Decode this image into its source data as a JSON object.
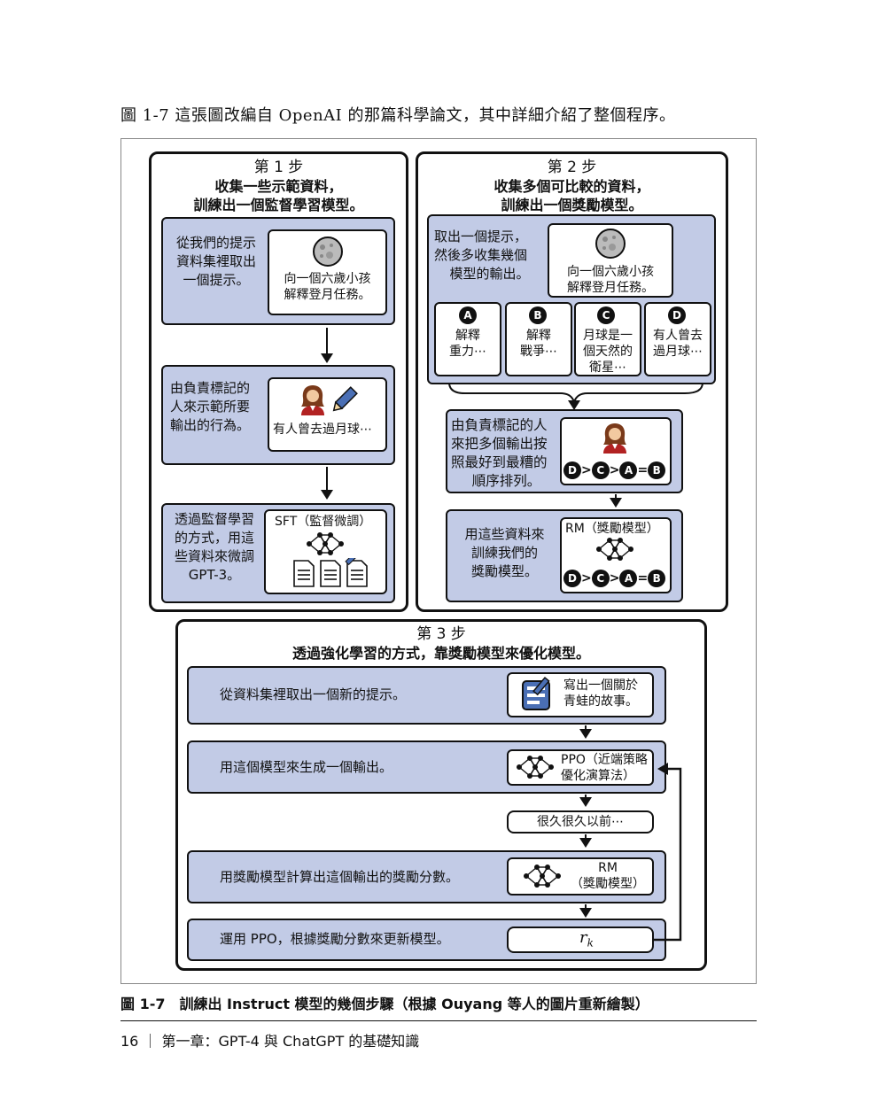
{
  "intro_text": "圖 1-7 這張圖改編自 OpenAI 的那篇科學論文，其中詳細介紹了整個程序。",
  "step1": {
    "title": "第 1 步",
    "subtitle1": "收集一些示範資料，",
    "subtitle2": "訓練出一個監督學習模型。",
    "box1_text": [
      "從我們的提示",
      "資料集裡取出",
      "一個提示。"
    ],
    "box1_prompt": [
      "向一個六歲小孩",
      "解釋登月任務。"
    ],
    "box2_text": [
      "由負責標記的",
      "人來示範所要",
      "輸出的行為。"
    ],
    "box2_answer": "有人曾去過月球⋯",
    "box3_text": [
      "透過監督學習",
      "的方式，用這",
      "些資料來微調",
      "GPT-3。"
    ],
    "box3_model": "SFT（監督微調）"
  },
  "step2": {
    "title": "第 2 步",
    "subtitle1": "收集多個可比較的資料，",
    "subtitle2": "訓練出一個獎勵模型。",
    "box1_text": [
      "取出一個提示，",
      "然後多收集幾個",
      "模型的輸出。"
    ],
    "box1_prompt": [
      "向一個六歲小孩",
      "解釋登月任務。"
    ],
    "options": [
      {
        "letter": "A",
        "lines": [
          "解釋",
          "重力⋯"
        ]
      },
      {
        "letter": "B",
        "lines": [
          "解釋",
          "戰爭⋯"
        ]
      },
      {
        "letter": "C",
        "lines": [
          "月球是一",
          "個天然的",
          "衛星⋯"
        ]
      },
      {
        "letter": "D",
        "lines": [
          "有人曾去",
          "過月球⋯"
        ]
      }
    ],
    "box2_text": [
      "由負責標記的人",
      "來把多個輸出按",
      "照最好到最糟的",
      "順序排列。"
    ],
    "ranking": [
      "D",
      ">",
      "C",
      ">",
      "A",
      "=",
      "B"
    ],
    "box3_text": [
      "用這些資料來",
      "訓練我們的",
      "獎勵模型。"
    ],
    "box3_model": "RM（獎勵模型）"
  },
  "step3": {
    "title": "第 3 步",
    "subtitle": "透過強化學習的方式，靠獎勵模型來優化模型。",
    "row1_text": "從資料集裡取出一個新的提示。",
    "row1_right": [
      "寫出一個關於",
      "青蛙的故事。"
    ],
    "row2_text": "用這個模型來生成一個輸出。",
    "row2_right": [
      "PPO（近端策略",
      "優化演算法）"
    ],
    "middle_box": "很久很久以前⋯",
    "row3_text": "用獎勵模型計算出這個輸出的獎勵分數。",
    "row3_right": [
      "RM",
      "（獎勵模型）"
    ],
    "row4_text": "運用 PPO，根據獎勵分數來更新模型。",
    "row4_right": "r",
    "row4_sub": "k"
  },
  "caption": "圖 1-7　訓練出 Instruct 模型的幾個步驟（根據 Ouyang 等人的圖片重新繪製）",
  "footer": "16 ｜ 第一章：GPT-4 與 ChatGPT 的基礎知識"
}
